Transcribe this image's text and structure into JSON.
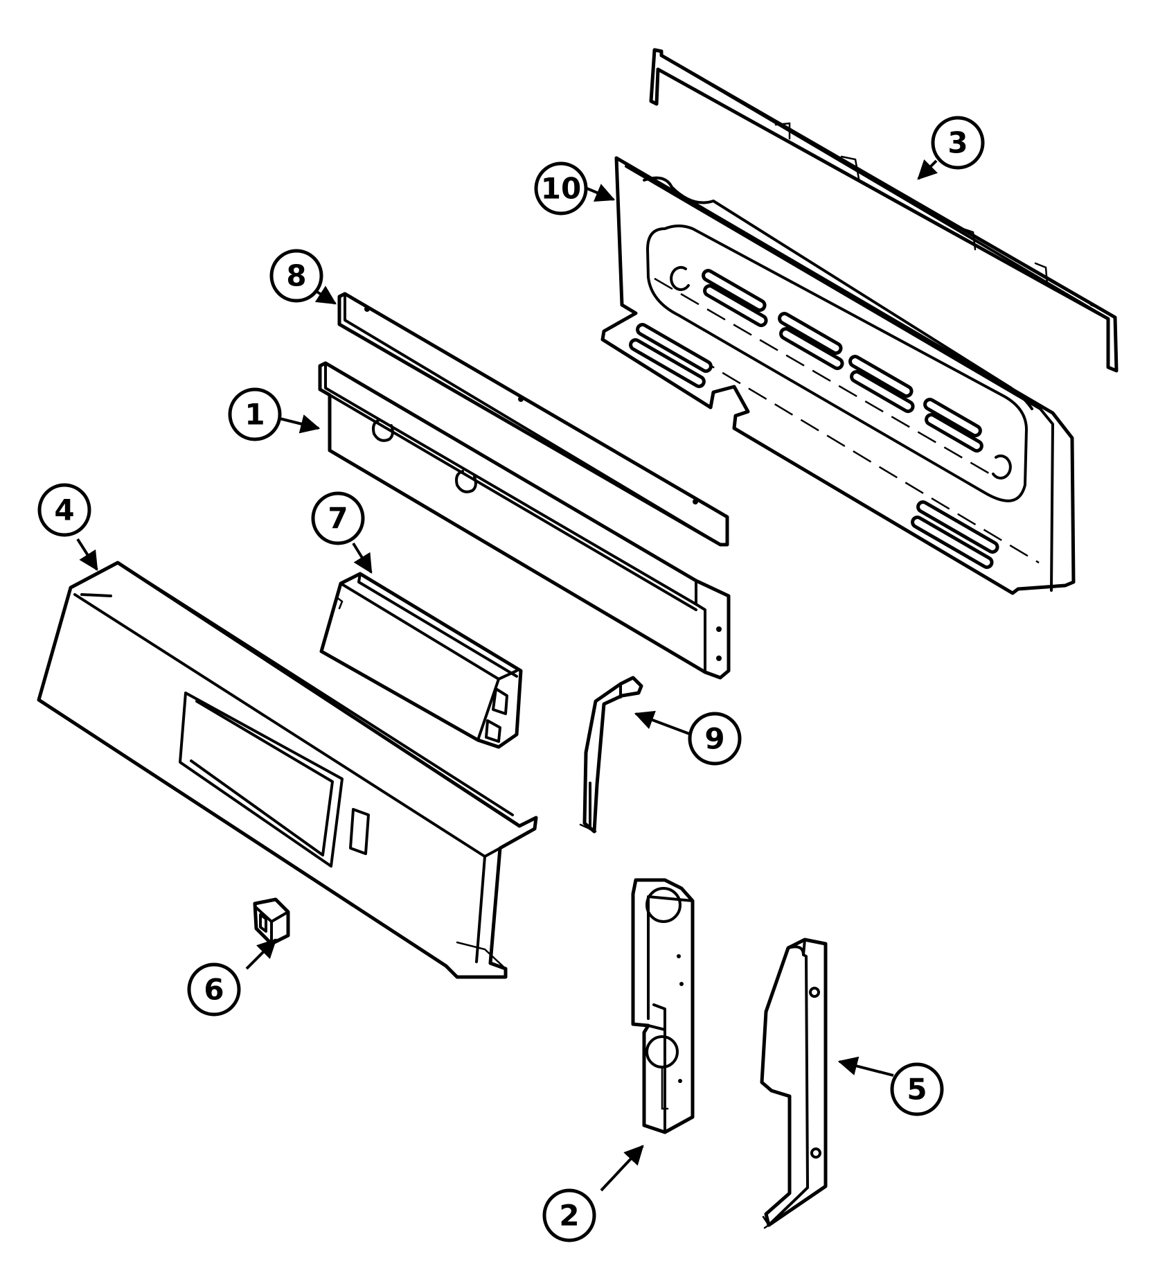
{
  "diagram": {
    "type": "exploded-parts-diagram",
    "line_color": "#000000",
    "background_color": "#ffffff",
    "callouts": [
      {
        "id": "callout-1",
        "label": "1"
      },
      {
        "id": "callout-2",
        "label": "2"
      },
      {
        "id": "callout-3",
        "label": "3"
      },
      {
        "id": "callout-4",
        "label": "4"
      },
      {
        "id": "callout-5",
        "label": "5"
      },
      {
        "id": "callout-6",
        "label": "6"
      },
      {
        "id": "callout-7",
        "label": "7"
      },
      {
        "id": "callout-8",
        "label": "8"
      },
      {
        "id": "callout-9",
        "label": "9"
      },
      {
        "id": "callout-10",
        "label": "10"
      }
    ]
  }
}
